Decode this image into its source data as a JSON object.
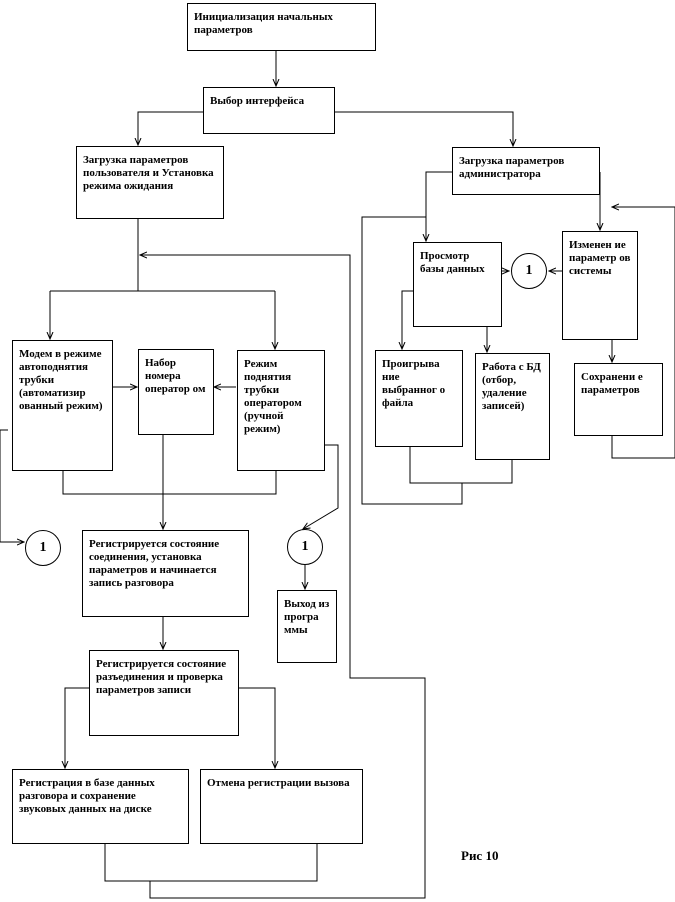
{
  "figure_caption": "Рис 10",
  "blocks": {
    "init": "Инициализация начальных параметров",
    "choose_interface": "Выбор интерфейса",
    "load_user": "Загрузка параметров пользователя и Установка режима ожидания",
    "load_admin": "Загрузка параметров администратора",
    "modem": "Модем в режиме автоподнятия трубки (автоматизир ованный режим)",
    "dial": "Набор номера оператор ом",
    "manual": "Режим поднятия трубки оператором (ручной режим)",
    "register_state": "Регистрируется состояние соединения, установка параметров и начинается запись разговора",
    "exit": "Выход из програ ммы",
    "register_disconnect": "Регистрируется состояние разъединения и проверка параметров записи",
    "register_db": "Регистрация в базе данных разговора и сохранение звуковых данных на диске",
    "cancel": "Отмена регистрации вызова",
    "view_db": "Просмотр базы данных",
    "change_params": "Изменен ие параметр ов системы",
    "play": "Проигрыва ние выбранног о файла",
    "db_work": "Работа с БД (отбор, удаление записей)",
    "save_params": "Сохранени е параметров"
  },
  "connectors": {
    "left": "1",
    "center": "1",
    "admin": "1"
  }
}
